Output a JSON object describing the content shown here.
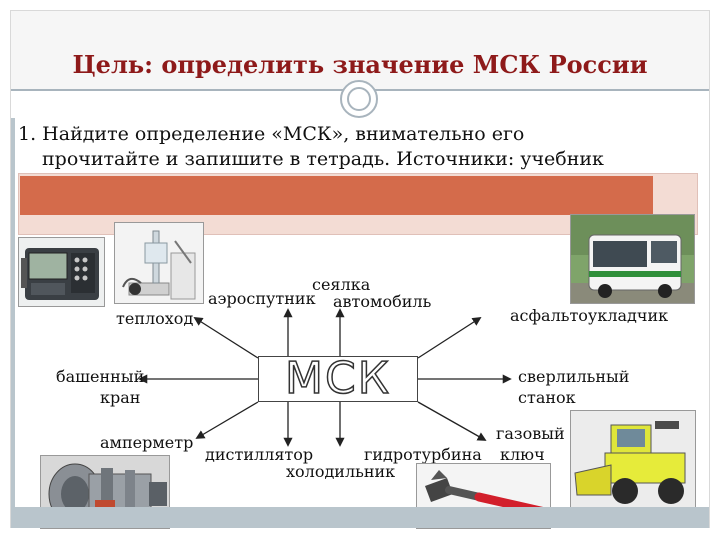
{
  "slide": {
    "title": "Цель: определить значение МСК России",
    "task_line1": "1. Найдите определение «МСК», внимательно его",
    "task_line2": "прочитайте и запишите в тетрадь. Источники: учебник",
    "center_word": "МСК"
  },
  "labels": {
    "seyalka": "сеялка",
    "aerosputnik": "аэроспутник",
    "avtomobil": "автомобиль",
    "teplokhod": "теплоход",
    "asfaltoukladchik": "асфальтоукладчик",
    "bashenny": "башенный",
    "kran": "кран",
    "sverlilny": "сверлильный",
    "stanok": "станок",
    "ampermetr": "амперметр",
    "distillyator": "дистиллятор",
    "gidroturbina": "гидротурбина",
    "kholodilnik": "холодильник",
    "gazovy": "газовый",
    "klyuch": "ключ"
  },
  "colors": {
    "title": "#8e1a1a",
    "highlight": "#d46b4b",
    "highlight_bg": "#f3dcd4",
    "accent_gray": "#b9c5cc"
  },
  "icons": {
    "measuring_device": "ammeter-device-picture",
    "distiller": "distiller-picture",
    "bus": "bus-picture",
    "turbine": "turbine-picture",
    "wrench": "gas-wrench-picture",
    "harvester": "harvester-picture"
  }
}
